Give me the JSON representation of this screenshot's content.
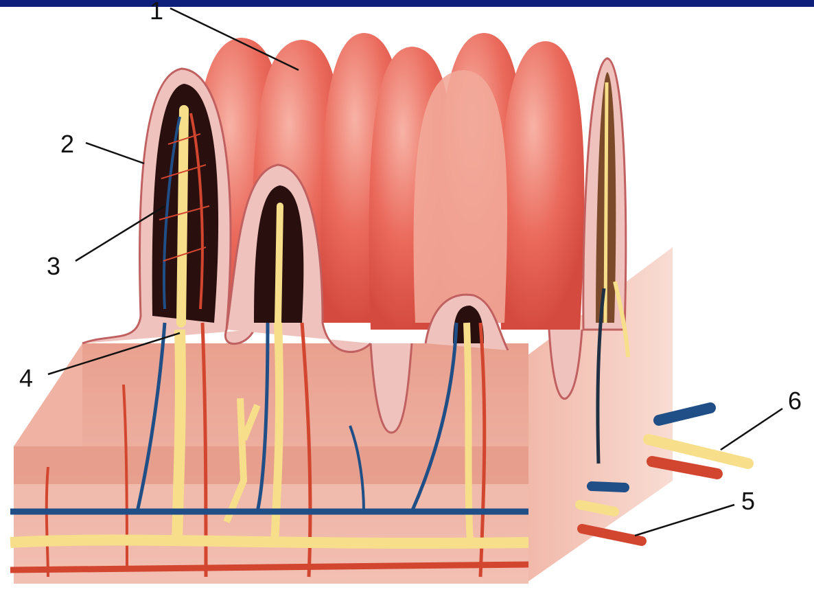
{
  "colors": {
    "top_bar": "#0d1f7a",
    "tissue_light": "#f3b3a6",
    "tissue_mid": "#e98d7e",
    "villus": "#e8584c",
    "villus_highlight": "#f5a697",
    "epithelium": "#f4c8c4",
    "lumen": "#2a0f0f",
    "vein": "#1f4f86",
    "artery": "#d2452e",
    "lymph": "#f7de8a"
  },
  "labels": [
    {
      "id": "1",
      "text": "1"
    },
    {
      "id": "2",
      "text": "2"
    },
    {
      "id": "3",
      "text": "3"
    },
    {
      "id": "4",
      "text": "4"
    },
    {
      "id": "5",
      "text": "5"
    },
    {
      "id": "6",
      "text": "6"
    }
  ]
}
